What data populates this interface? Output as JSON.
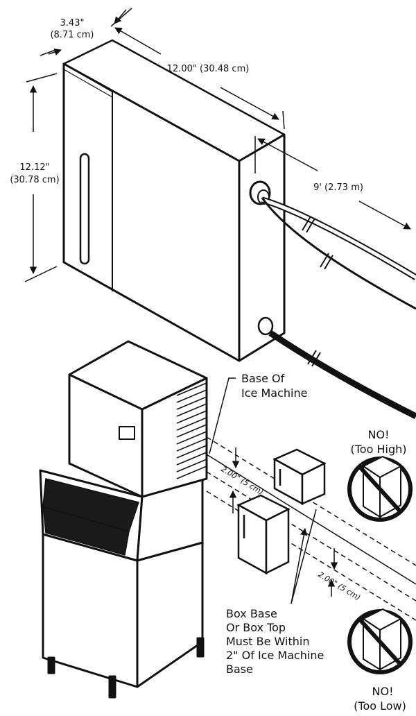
{
  "dimensions": {
    "depth_in": "3.43\"",
    "depth_cm": "(8.71 cm)",
    "width": "12.00\" (30.48 cm)",
    "height_in": "12.12\"",
    "height_cm": "(30.78 cm)",
    "cable": "9' (2.73 m)"
  },
  "labels": {
    "base_line1": "Base Of",
    "base_line2": "Ice Machine",
    "offset_upper": "2.00\" (5 cm)",
    "offset_lower": "2.00\" (5 cm)",
    "rule_line1": "Box Base",
    "rule_line2": "Or Box Top",
    "rule_line3": "Must Be Within",
    "rule_line4": "2\" Of Ice Machine",
    "rule_line5": "Base",
    "too_high_1": "NO!",
    "too_high_2": "(Too High)",
    "too_low_1": "NO!",
    "too_low_2": "(Too Low)"
  }
}
